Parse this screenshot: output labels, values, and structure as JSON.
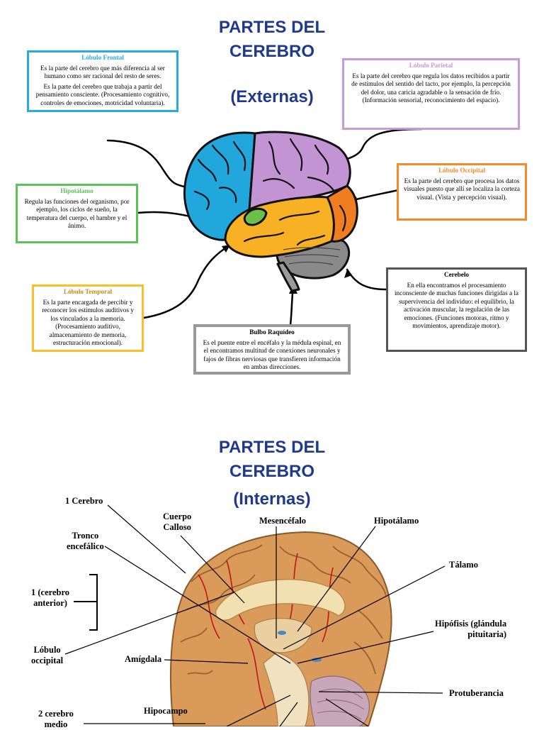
{
  "external": {
    "title_line1": "PARTES DEL",
    "title_line2": "CEREBRO",
    "subtitle": "(Externas)",
    "frontal": {
      "title": "Lóbulo Frontal",
      "p1": "Es la parte del cerebro que más diferencia al ser humano como ser racional del resto de seres.",
      "p2": "Es la parte del cerebro que trabaja a partir del pensamiento consciente. (Procesamiento cognitivo, controles de emociones, motricidad voluntaria).",
      "color": "#29abe2"
    },
    "parietal": {
      "title": "Lóbulo Parietal",
      "text": "Es la parte del cerebro que regula los datos recibidos a partir de estímulos del sentido del tacto, por ejemplo, la percepción del dolor, una caricia agradable o la sensación de frío. (Información sensorial, reconocimiento del espacio).",
      "color": "#c89ad6"
    },
    "hipotalamo": {
      "title": "Hipotálamo",
      "text": "Regula las funciones del organismo, por ejemplo, los ciclos de sueño, la temperatura del cuerpo, el hambre y el ánimo.",
      "color": "#5cc35a"
    },
    "occipital": {
      "title": "Lóbulo Occipital",
      "text": "Es la parte del cerebro que procesa los datos visuales puesto que allí se localiza la corteza visual. (Vista y percepción visual).",
      "color": "#f58a2a"
    },
    "temporal": {
      "title": "Lóbulo Temporal",
      "text": "Es la parte encargada de percibir y reconocer los estímulos auditivos y los vinculados a la memoria. (Procesamiento auditivo, almacenamiento de memoria, estructuración emocional).",
      "color": "#fbbf2a"
    },
    "cerebelo": {
      "title": "Cerebelo",
      "text": "En ella encontramos el procesamiento inconsciente de muchas funciones dirigidas a la supervivencia del individuo: el equilibrio, la activación muscular, la regulación de las emociones. (Funciones motoras, ritmo y movimientos, aprendizaje motor).",
      "color": "#555555"
    },
    "bulbo": {
      "title": "Bulbo Raquídeo",
      "text": "Es el puente entre el encéfalo y la médula espinal, en el encontramos multitud de conexiones neuronales y fajos de fibras nerviosas que transfieren información en ambas direcciones.",
      "color": "#999999"
    }
  },
  "internal": {
    "title_line1": "PARTES DEL",
    "title_line2": "CEREBRO",
    "subtitle": "(Internas)",
    "labels": {
      "cerebro1": "1 Cerebro",
      "cuerpo_calloso": "Cuerpo\nCalloso",
      "mesencefalo": "Mesencéfalo",
      "hipotalamo": "Hipotálamo",
      "tronco": "Tronco\nencefálico",
      "talamo": "Tálamo",
      "cerebro_anterior": "1 (cerebro\nanterior)",
      "hipofisis": "Hipófisis (glándula\npituitaria)",
      "lobulo_occipital": "Lóbulo\noccipital",
      "amigdala": "Amígdala",
      "protuberancia": "Protuberancia",
      "hipocampo": "Hipocampo",
      "cerebro_medio": "2 cerebro\nmedio"
    }
  }
}
